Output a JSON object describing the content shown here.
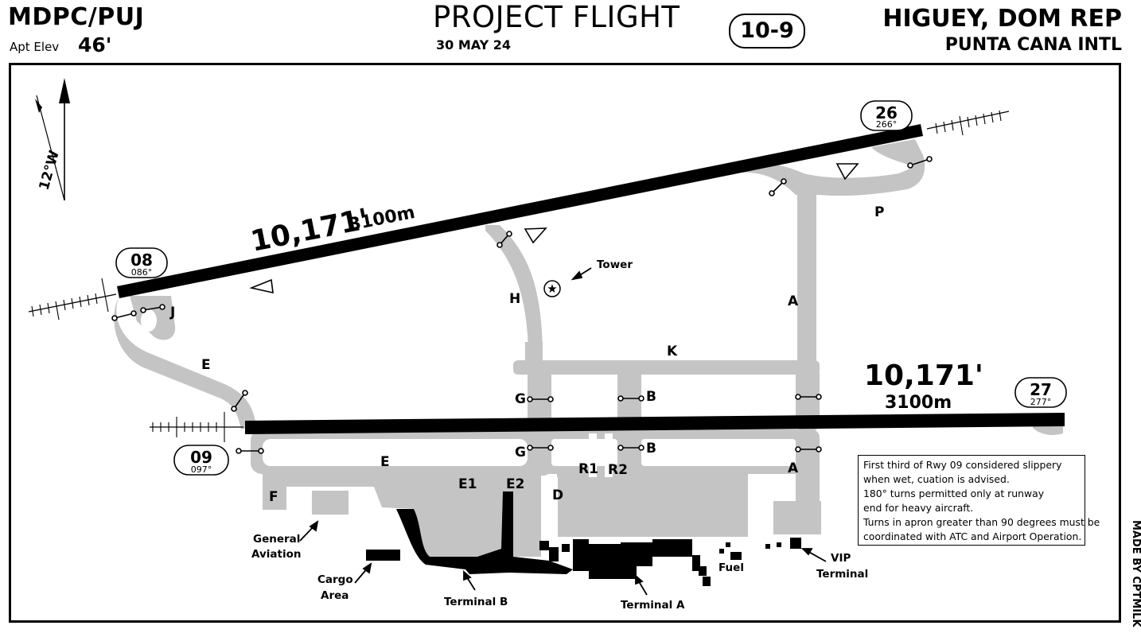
{
  "header": {
    "icao": "MDPC/PUJ",
    "elev_label": "Apt Elev",
    "elev_value": "46'",
    "brand": "PROJECT FLIGHT",
    "date": "30 MAY 24",
    "chart_number": "10-9",
    "city": "HIGUEY, DOM REP",
    "airport": "PUNTA CANA INTL"
  },
  "compass": {
    "variation": "12°W"
  },
  "runway_north": {
    "length": "10,171'",
    "metric": "3100m",
    "ends": [
      {
        "id": "08",
        "heading": "086°"
      },
      {
        "id": "26",
        "heading": "266°"
      }
    ]
  },
  "runway_south": {
    "length": "10,171'",
    "metric": "3100m",
    "ends": [
      {
        "id": "09",
        "heading": "097°"
      },
      {
        "id": "27",
        "heading": "277°"
      }
    ]
  },
  "taxiways": {
    "j": "J",
    "e_west": "E",
    "e_south": "E",
    "h": "H",
    "k": "K",
    "a_north": "A",
    "a_south": "A",
    "p": "P",
    "g_north": "G",
    "g_south": "G",
    "b_north": "B",
    "b_south": "B",
    "r1": "R1",
    "r2": "R2",
    "e1": "E1",
    "e2": "E2",
    "d": "D",
    "f": "F"
  },
  "facilities": {
    "tower": "Tower",
    "general_aviation": [
      "General",
      "Aviation"
    ],
    "cargo_area": [
      "Cargo",
      "Area"
    ],
    "terminal_b": "Terminal B",
    "terminal_a": "Terminal A",
    "fuel": "Fuel",
    "vip_terminal": [
      "VIP",
      "Terminal"
    ]
  },
  "note": [
    "First third of Rwy 09 considered slippery",
    "when wet, cuation is advised.",
    "180° turns permitted only at runway",
    "end for heavy aircraft.",
    "Turns in apron greater than 90 degrees must be",
    "coordinated with ATC and Airport Operation."
  ],
  "credit": "MADE BY CPTMILK",
  "colors": {
    "pavement": "#c4c4c4",
    "runway": "#000000",
    "ink": "#000000",
    "background": "#ffffff"
  }
}
